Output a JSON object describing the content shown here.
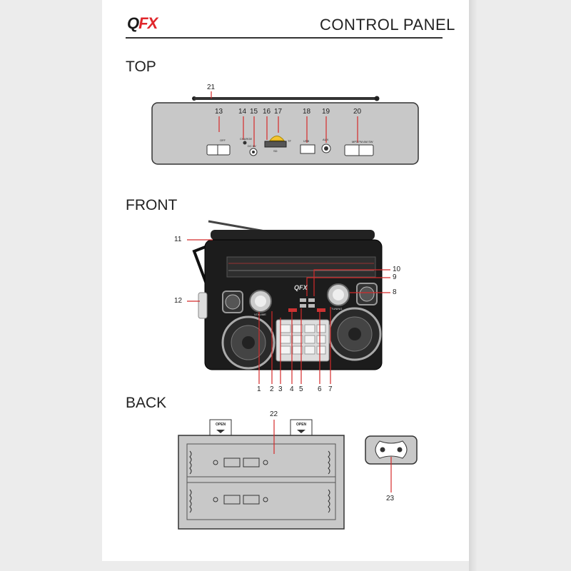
{
  "header": {
    "brand_prefix": "Q",
    "brand_suffix": "FX",
    "title": "CONTROL PANEL"
  },
  "sections": {
    "top": "TOP",
    "front": "FRONT",
    "back": "BACK"
  },
  "top_panel": {
    "callouts": [
      "21",
      "13",
      "14",
      "15",
      "16",
      "17",
      "18",
      "19",
      "20"
    ],
    "labels": {
      "lock": "OFF",
      "dc": "DC 6V",
      "charge": "CHARGE",
      "sd": "SD",
      "tf": "TF",
      "usb": "USB",
      "aux": "AUX",
      "band": "MP3 FM AM SW"
    }
  },
  "front_panel": {
    "callouts": [
      "11",
      "12",
      "10",
      "9",
      "8",
      "1",
      "2",
      "3",
      "4",
      "5",
      "6",
      "7"
    ],
    "labels": {
      "brand": "QFX",
      "volume": "VOLUME",
      "tuning": "TUNING"
    }
  },
  "back_panel": {
    "callouts": [
      "22",
      "23"
    ],
    "labels": {
      "open_left": "OPEN",
      "open_right": "OPEN"
    }
  },
  "colors": {
    "accent_red": "#d42a2a",
    "panel_gray": "#c8c8c8",
    "outline": "#333333"
  }
}
